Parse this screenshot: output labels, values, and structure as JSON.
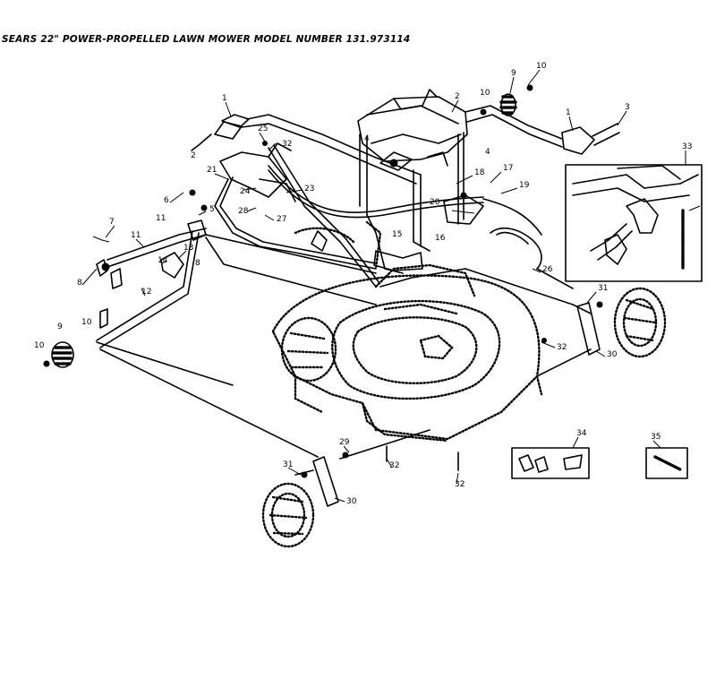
{
  "diagram": {
    "title": "SEARS 22\" POWER-PROPELLED LAWN MOWER MODEL NUMBER 131.973114",
    "labels": [
      {
        "id": "p1a",
        "text": "1"
      },
      {
        "id": "p2a",
        "text": "2"
      },
      {
        "id": "p2b",
        "text": "2"
      },
      {
        "id": "p1b",
        "text": "1"
      },
      {
        "id": "p3",
        "text": "3"
      },
      {
        "id": "p9a",
        "text": "9"
      },
      {
        "id": "p10a",
        "text": "10"
      },
      {
        "id": "p10b",
        "text": "10"
      },
      {
        "id": "p33a",
        "text": "33"
      },
      {
        "id": "p25",
        "text": "25"
      },
      {
        "id": "p32a",
        "text": "32"
      },
      {
        "id": "p4a",
        "text": "4"
      },
      {
        "id": "p4b",
        "text": "4"
      },
      {
        "id": "p21",
        "text": "21"
      },
      {
        "id": "p24",
        "text": "24"
      },
      {
        "id": "p23",
        "text": "23"
      },
      {
        "id": "p18",
        "text": "18"
      },
      {
        "id": "p17",
        "text": "17"
      },
      {
        "id": "p19",
        "text": "19"
      },
      {
        "id": "p20",
        "text": "20"
      },
      {
        "id": "p6",
        "text": "6"
      },
      {
        "id": "p5",
        "text": "5"
      },
      {
        "id": "p28",
        "text": "28"
      },
      {
        "id": "p27",
        "text": "27"
      },
      {
        "id": "p7",
        "text": "7"
      },
      {
        "id": "p11",
        "text": "11"
      },
      {
        "id": "p11b",
        "text": "11"
      },
      {
        "id": "p13",
        "text": "13"
      },
      {
        "id": "p16",
        "text": "16"
      },
      {
        "id": "p15",
        "text": "15"
      },
      {
        "id": "p14",
        "text": "14"
      },
      {
        "id": "p8a",
        "text": "8"
      },
      {
        "id": "p8b",
        "text": "8"
      },
      {
        "id": "p12",
        "text": "12"
      },
      {
        "id": "p26",
        "text": "26"
      },
      {
        "id": "p31a",
        "text": "31"
      },
      {
        "id": "p9b",
        "text": "9"
      },
      {
        "id": "p10c",
        "text": "10"
      },
      {
        "id": "p10d",
        "text": "10"
      },
      {
        "id": "p32b",
        "text": "32"
      },
      {
        "id": "p30a",
        "text": "30"
      },
      {
        "id": "p34",
        "text": "34"
      },
      {
        "id": "p35",
        "text": "35"
      },
      {
        "id": "p29",
        "text": "29"
      },
      {
        "id": "p31b",
        "text": "31"
      },
      {
        "id": "p32c",
        "text": "32"
      },
      {
        "id": "p32d",
        "text": "32"
      },
      {
        "id": "p30b",
        "text": "30"
      }
    ]
  }
}
